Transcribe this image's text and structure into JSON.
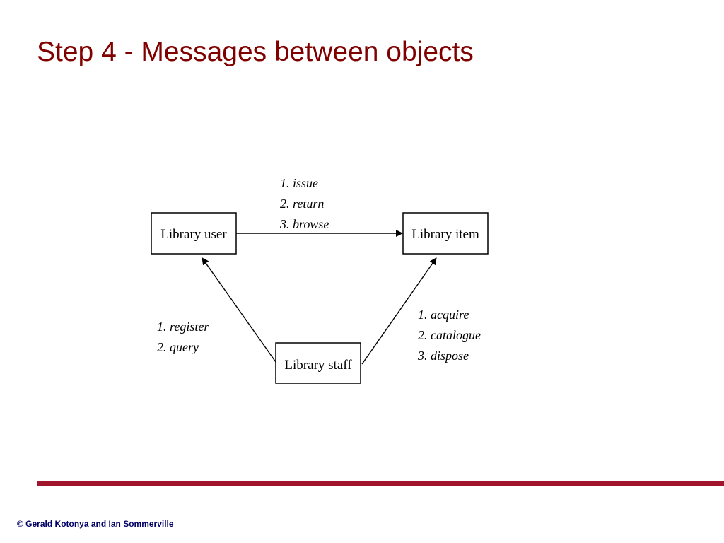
{
  "slide": {
    "title": "Step 4 - Messages between objects",
    "copyright": "© Gerald Kotonya and Ian Sommerville"
  },
  "diagram": {
    "nodes": {
      "library_user": "Library user",
      "library_item": "Library item",
      "library_staff": "Library staff"
    },
    "messages": {
      "user_to_item": [
        "1. issue",
        "2. return",
        "3. browse"
      ],
      "staff_to_user": [
        "1. register",
        "2. query"
      ],
      "staff_to_item": [
        "1. acquire",
        "2. catalogue",
        "3. dispose"
      ]
    }
  },
  "colors": {
    "title": "#800000",
    "rule": "#a0142c",
    "footer_text": "#000066"
  }
}
